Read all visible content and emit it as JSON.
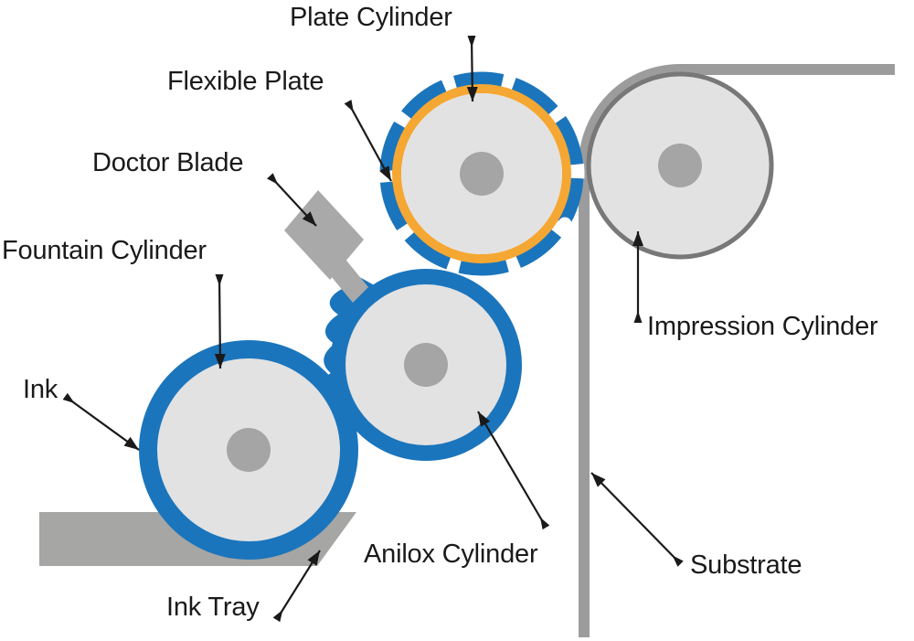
{
  "labels": {
    "plate_cylinder": "Plate Cylinder",
    "flexible_plate": "Flexible Plate",
    "doctor_blade": "Doctor Blade",
    "fountain_cylinder": "Fountain Cylinder",
    "ink": "Ink",
    "ink_tray": "Ink Tray",
    "anilox_cylinder": "Anilox Cylinder",
    "impression_cylinder": "Impression Cylinder",
    "substrate": "Substrate"
  },
  "colors": {
    "ink_blue": "#1b75bc",
    "plate_orange": "#f5a733",
    "roller_face_gray": "#e2e2e2",
    "roller_core_gray": "#a5a5a5",
    "machine_gray": "#a6a6a4",
    "doctor_blade_gray": "#a9a9a9",
    "substrate_gray": "#9c9c9c",
    "impression_outline_gray": "#787878",
    "label_text": "#1a1a1a",
    "background": "#ffffff"
  }
}
